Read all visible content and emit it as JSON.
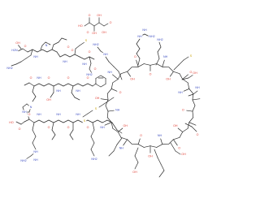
{
  "image": {
    "kind": "chemical-structure",
    "background": "#ffffff"
  },
  "colors": {
    "bond": "#2b2b2b",
    "carbon": "#2b2b2b",
    "oxygen": "#e03c31",
    "nitrogen": "#3b4cc0",
    "sulfur": "#c8a000"
  },
  "atom_labels": {
    "oxygen": "O",
    "hydroxyl": "OH",
    "ho": "HO",
    "nitrogen": "N",
    "amine": "NH",
    "amine2": "NH2",
    "amine2_left": "H2N",
    "sulfur": "S",
    "hydrogen": "H"
  }
}
